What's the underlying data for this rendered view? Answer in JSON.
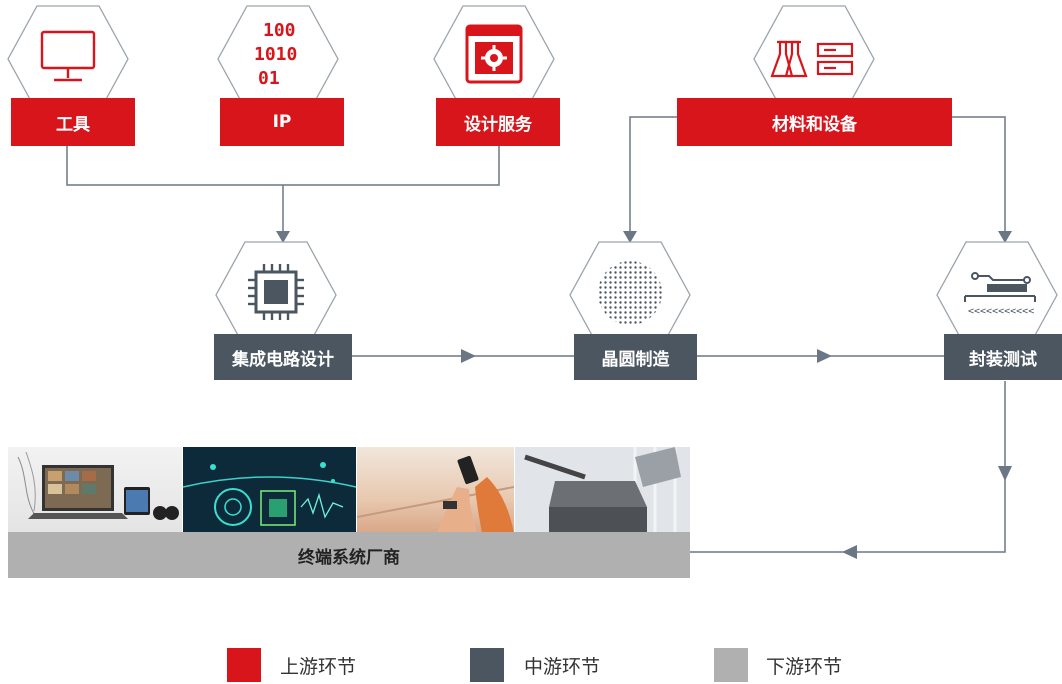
{
  "upstream": {
    "tools": "工具",
    "ip": "IP",
    "design_services": "设计服务",
    "materials_equipment": "材料和设备"
  },
  "midstream": {
    "ic_design": "集成电路设计",
    "wafer_fab": "晶圆制造",
    "packaging_test": "封装测试"
  },
  "downstream": {
    "system_vendors": "终端系统厂商"
  },
  "ip_icon_text": [
    "100",
    "1010",
    "01"
  ],
  "legend": {
    "upstream": "上游环节",
    "midstream": "中游环节",
    "downstream": "下游环节"
  },
  "colors": {
    "upstream": "#d9151c",
    "midstream": "#4b5661",
    "downstream": "#b0b0b0",
    "arrow": "#6b7785"
  },
  "icons": [
    "monitor-icon",
    "binary-icon",
    "settings-window-icon",
    "lab-flask-icon",
    "server-icon",
    "chip-icon",
    "wafer-icon",
    "package-test-icon"
  ]
}
